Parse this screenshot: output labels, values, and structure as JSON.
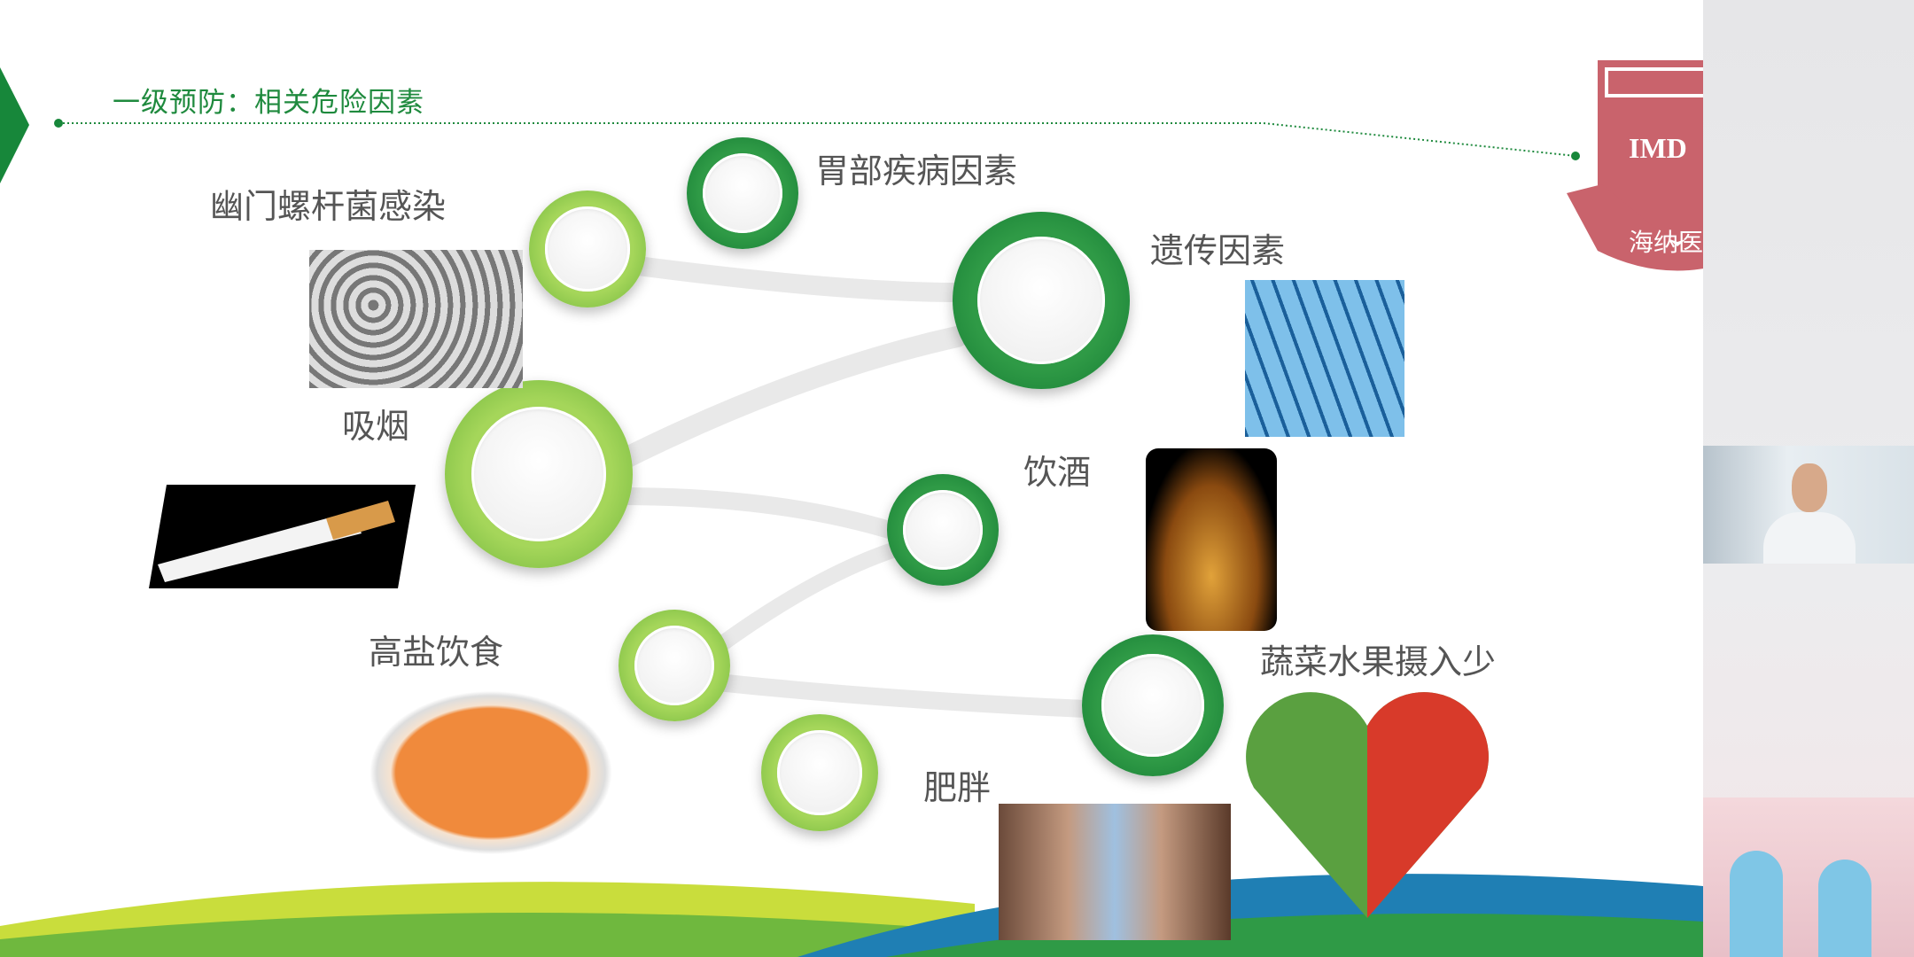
{
  "slide": {
    "title": "一级预防：相关危险因素",
    "accent_color": "#1f8a3e",
    "factors": [
      {
        "label": "幽门螺杆菌感染",
        "image": "bacteria-micrograph"
      },
      {
        "label": "胃部疾病因素",
        "image": ""
      },
      {
        "label": "遗传因素",
        "image": "dna-helix"
      },
      {
        "label": "吸烟",
        "image": "cigarette"
      },
      {
        "label": "饮酒",
        "image": "whisky-glass"
      },
      {
        "label": "高盐饮食",
        "image": "salted-food-plate"
      },
      {
        "label": "蔬菜水果摄入少",
        "image": "vegetable-fruit-heart"
      },
      {
        "label": "肥胖",
        "image": "waist-measuring-tape"
      }
    ]
  },
  "logo": {
    "text": "IMD",
    "subtitle": "海纳医学",
    "color": "#c9636c"
  },
  "video": {
    "icon": "webcam-feed"
  }
}
